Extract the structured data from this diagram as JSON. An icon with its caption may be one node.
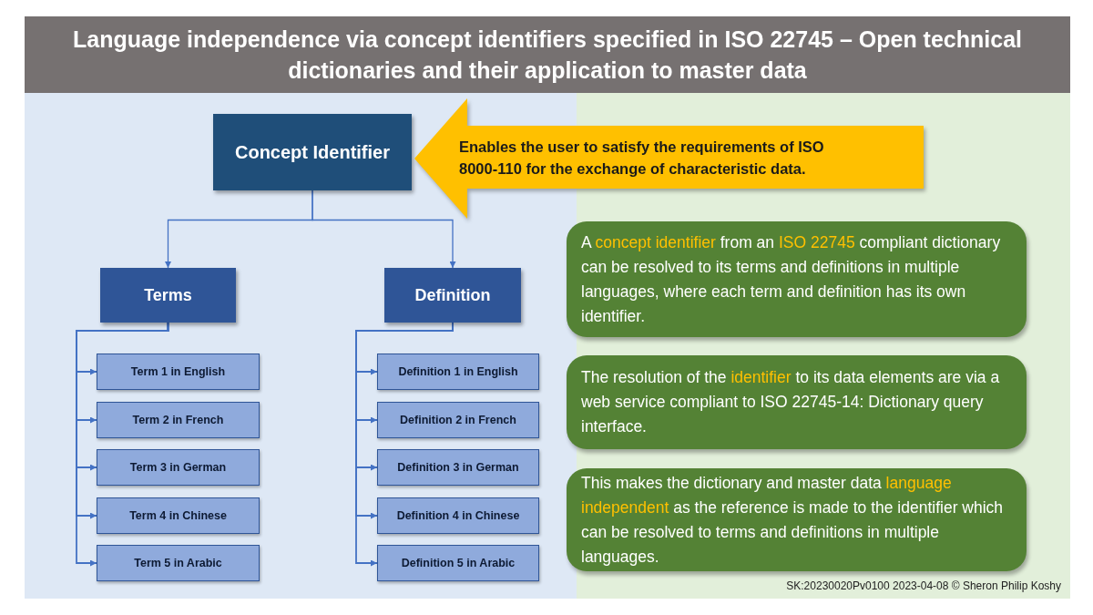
{
  "diagram": {
    "title": "Language independence via concept identifiers specified in ISO 22745 – Open technical dictionaries and their application to master data",
    "nodes": [
      {
        "text": [
          "Concept Identifier"
        ]
      },
      {
        "text": [
          "Terms"
        ]
      },
      {
        "text": [
          "Definition"
        ]
      },
      {
        "text": [
          "Term 1 in English"
        ]
      },
      {
        "text": [
          "Term 2 in French"
        ]
      },
      {
        "text": [
          "Term 3 in German"
        ]
      },
      {
        "text": [
          "Term 4 in Chinese"
        ]
      },
      {
        "text": [
          "Term 5 in Arabic"
        ]
      },
      {
        "text": [
          "Definition 1 in English"
        ]
      },
      {
        "text": [
          "Definition 2 in French"
        ]
      },
      {
        "text": [
          "Definition 3 in German"
        ]
      },
      {
        "text": [
          "Definition 4 in Chinese"
        ]
      },
      {
        "text": [
          "Definition 5 in Arabic"
        ]
      },
      {
        "text": [
          "Enables the user to satisfy the requirements of ISO 8000-110 for the exchange of characteristic data."
        ]
      },
      {
        "text": [
          "A **concept identifier** from an **ISO 22745** compliant dictionary can be resolved to its terms and definitions in multiple languages, where each term and definition has its own identifier."
        ]
      },
      {
        "text": [
          "The resolution of the **identifier** to its data elements are via a web service compliant to ISO 22745-14: Dictionary query interface."
        ]
      },
      {
        "text": [
          "This makes the dictionary and master data **language independent** as the reference is made to the identifier which can be resolved to terms and definitions in multiple languages."
        ]
      }
    ],
    "edges": [
      {
        "from": 0,
        "to": 1,
        "arrow": "to"
      },
      {
        "from": 0,
        "to": 2,
        "arrow": "to"
      },
      {
        "from": 1,
        "to": 3,
        "arrow": "to"
      },
      {
        "from": 1,
        "to": 4,
        "arrow": "to"
      },
      {
        "from": 1,
        "to": 5,
        "arrow": "to"
      },
      {
        "from": 1,
        "to": 6,
        "arrow": "to"
      },
      {
        "from": 1,
        "to": 7,
        "arrow": "to"
      },
      {
        "from": 2,
        "to": 8,
        "arrow": "to"
      },
      {
        "from": 2,
        "to": 9,
        "arrow": "to"
      },
      {
        "from": 2,
        "to": 10,
        "arrow": "to"
      },
      {
        "from": 2,
        "to": 11,
        "arrow": "to"
      },
      {
        "from": 2,
        "to": 12,
        "arrow": "to"
      }
    ],
    "labels": [
      "SK:20230020Pv0100  2023-04-08 © Sheron Philip Koshy"
    ]
  }
}
